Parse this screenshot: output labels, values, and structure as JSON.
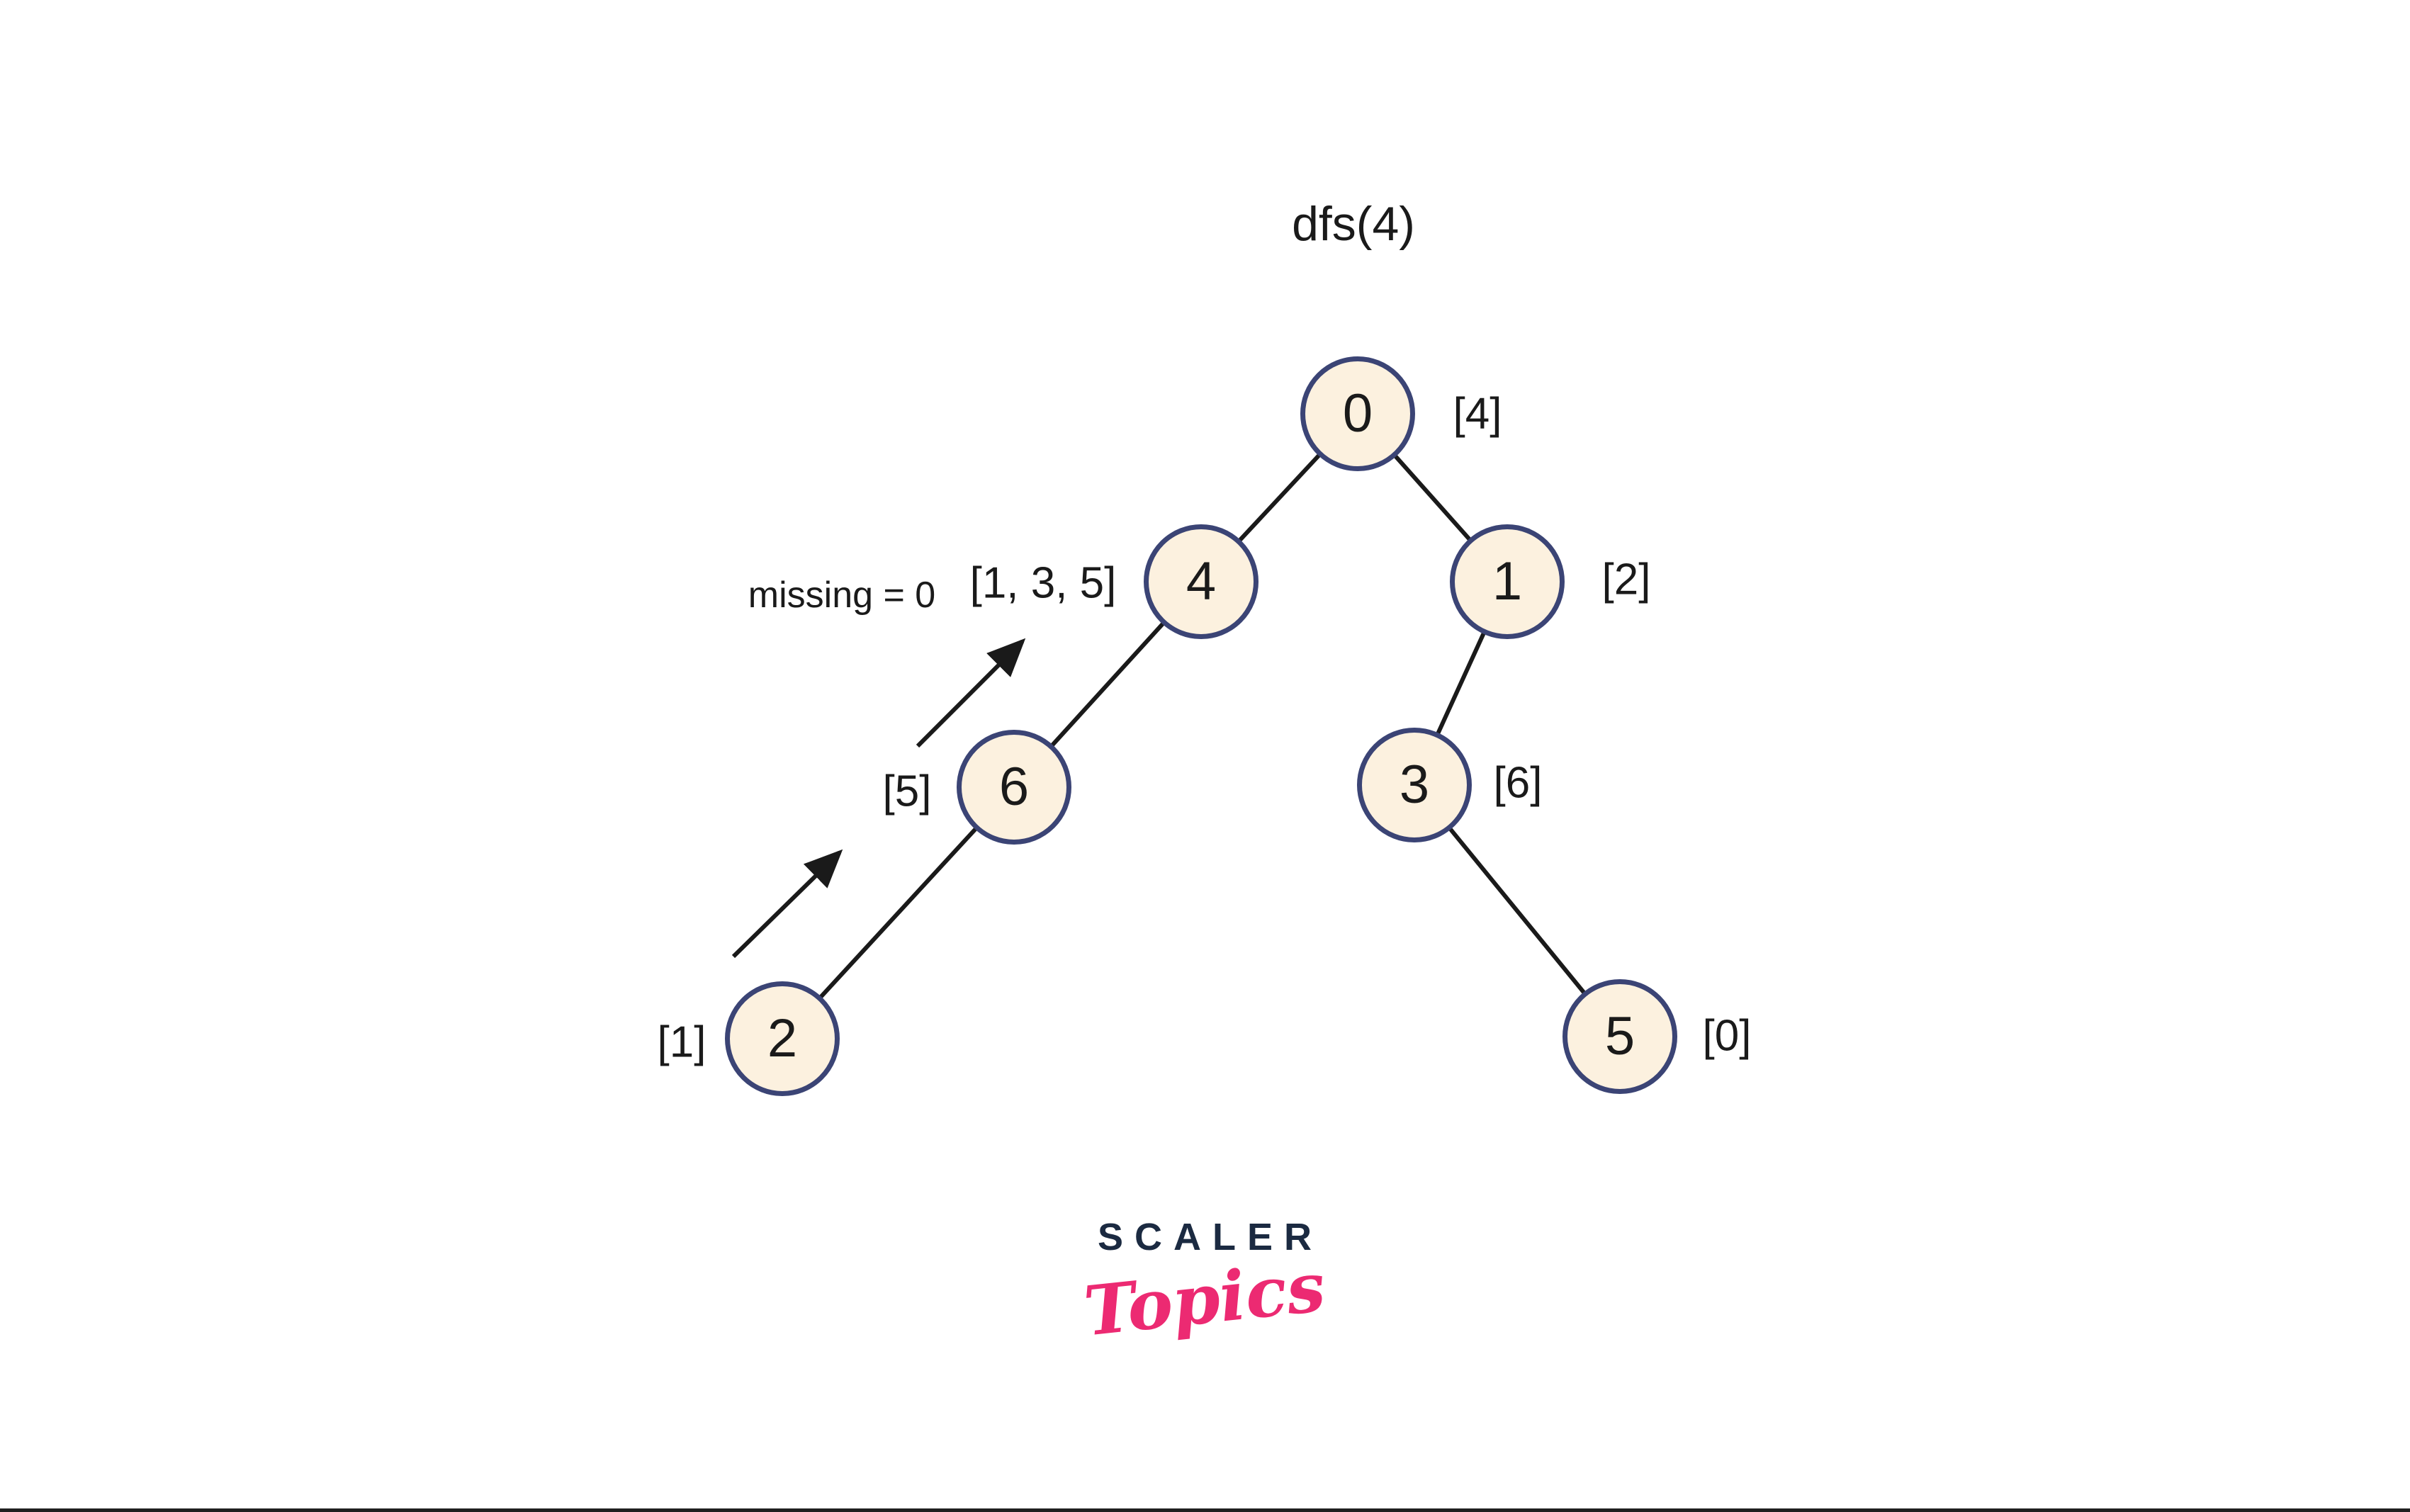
{
  "tree": {
    "title": "dfs(4)",
    "missing_text": "missing = 0",
    "nodes": [
      {
        "value": "0",
        "list": "[4]"
      },
      {
        "value": "4",
        "list": "[1, 3, 5]"
      },
      {
        "value": "1",
        "list": "[2]"
      },
      {
        "value": "6",
        "list": "[5]"
      },
      {
        "value": "3",
        "list": "[6]"
      },
      {
        "value": "2",
        "list": "[1]"
      },
      {
        "value": "5",
        "list": "[0]"
      }
    ],
    "edges": [
      "0-4",
      "0-1",
      "4-6",
      "1-3",
      "6-2",
      "3-5"
    ]
  },
  "logo": {
    "brand": "SCALER",
    "script_text": "Topics"
  },
  "colors": {
    "node_fill": "#fcf1df",
    "node_border": "#3b4475",
    "line": "#1a1a1a",
    "text": "#1a1a1a",
    "brand_navy": "#1b2a41",
    "brand_pink": "#ec2a72",
    "divider": "#1f1f1f",
    "background": "#ffffff"
  }
}
